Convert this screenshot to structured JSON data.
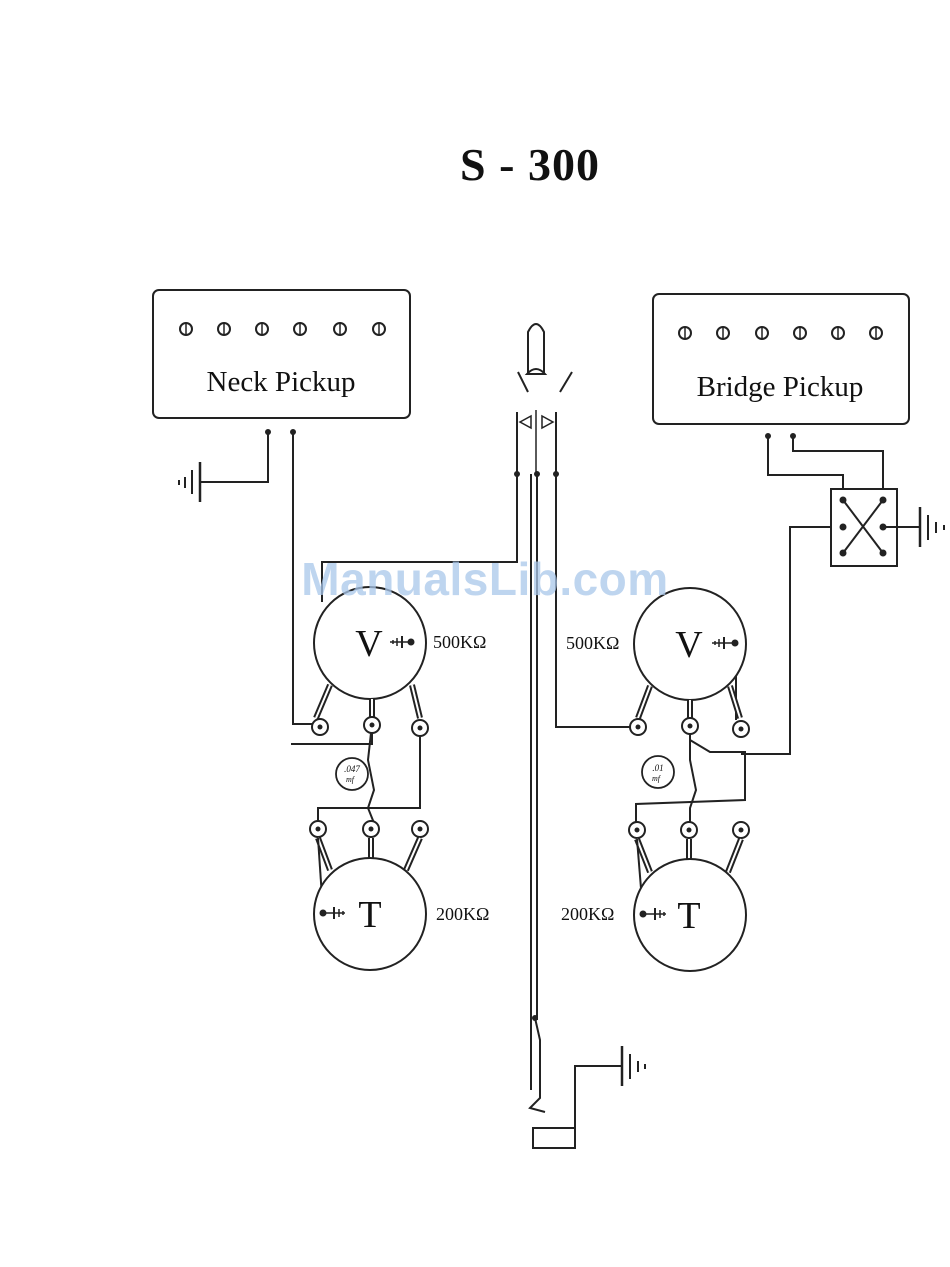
{
  "title": "S - 300",
  "watermark": "ManualsLib.com",
  "neck_pickup": {
    "label": "Neck Pickup"
  },
  "bridge_pickup": {
    "label": "Bridge Pickup"
  },
  "neck_volume": {
    "letter": "V",
    "value": "500KΩ"
  },
  "bridge_volume": {
    "letter": "V",
    "value": "500KΩ"
  },
  "neck_tone": {
    "letter": "T",
    "value": "200KΩ"
  },
  "bridge_tone": {
    "letter": "T",
    "value": "200KΩ"
  },
  "neck_capacitor": {
    "value": ".047",
    "unit": "mf"
  },
  "bridge_capacitor": {
    "value": ".01",
    "unit": "mf"
  }
}
